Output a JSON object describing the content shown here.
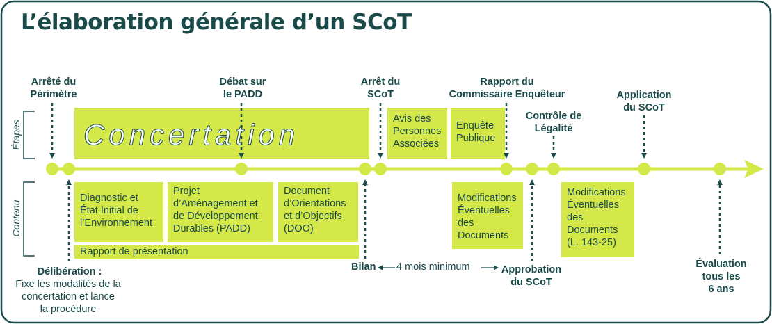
{
  "title": "L’élaboration générale d’un SCoT",
  "side_labels": {
    "etapes": "Étapes",
    "contenu": "Contenu"
  },
  "concertation": "Concertation",
  "top_labels": {
    "arrete_perimetre": "Arrêté du\nPérimètre",
    "debat_padd": "Débat sur\nle PADD",
    "arret_scot": "Arrêt du\nSCoT",
    "rapport_commissaire": "Rapport du\nCommissaire Enquêteur",
    "controle_legalite": "Contrôle de\nLégalité",
    "application_scot": "Application\ndu SCoT"
  },
  "etapes_boxes": {
    "avis": "Avis des\nPersonnes\nAssociées",
    "enquete": "Enquête\nPublique"
  },
  "contenu_boxes": {
    "diagnostic": "Diagnostic et\nÉtat Initial de\nl’Environnement",
    "padd": "Projet\nd’Aménagement et\nde Développement\nDurables (PADD)",
    "doo": "Document\nd’Orientations\net d’Objectifs\n(DOO)",
    "rapport": "Rapport de présentation",
    "modif1": "Modifications\nÉventuelles\ndes\nDocuments",
    "modif2": "Modifications\nÉventuelles\ndes\nDocuments\n(L. 143-25)"
  },
  "bottom_labels": {
    "deliberation_title": "Délibération :",
    "deliberation_text": "Fixe les modalités de la\nconcertation et lance\nla procédure",
    "bilan": "Bilan",
    "mois": "4 mois minimum",
    "approbation": "Approbation\ndu SCoT",
    "evaluation": "Évaluation\ntous les\n6 ans"
  },
  "colors": {
    "accent": "#d5e84a",
    "text": "#1a4a4a",
    "frame": "#1a4a4a"
  }
}
